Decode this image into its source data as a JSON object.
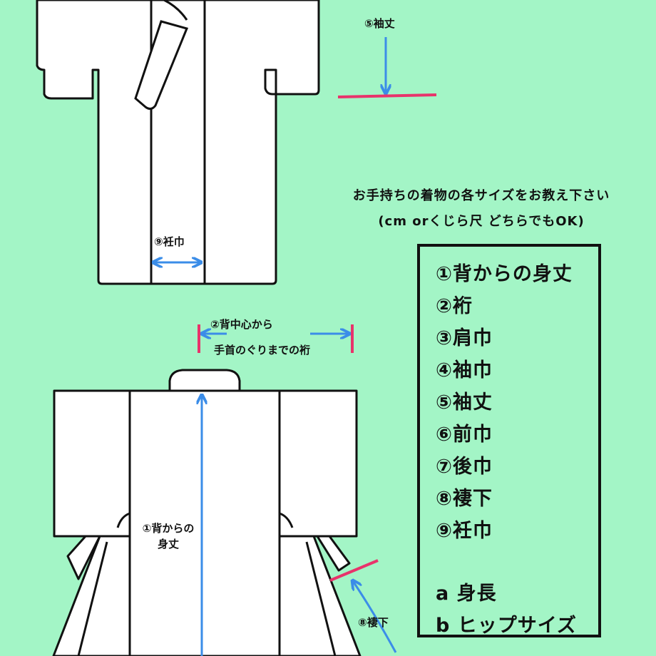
{
  "labels": {
    "sode_take": "⑤袖丈",
    "okumi": "⑨衽巾",
    "yuki_line1": "②背中心から",
    "yuki_line2": "手首のぐりまでの裄",
    "mitake_line1": "①背からの",
    "mitake_line2": "身丈",
    "tsumashita": "⑧褄下"
  },
  "instructions": {
    "line1": "お手持ちの着物の各サイズをお教え下さい",
    "line2": "(cm orくじら尺 どちらでもOK)"
  },
  "size_list": [
    "①背からの身丈",
    "②裄",
    "③肩巾",
    "④袖巾",
    "⑤袖丈",
    "⑥前巾",
    "⑦後巾",
    "⑧褄下",
    "⑨衽巾"
  ],
  "body_list": [
    "a 身長",
    "b ヒップサイズ"
  ],
  "colors": {
    "background": "#a3f5c6",
    "arrow": "#3b8de8",
    "marker": "#e8336b",
    "garment": "#ffffff",
    "outline": "#111111"
  }
}
